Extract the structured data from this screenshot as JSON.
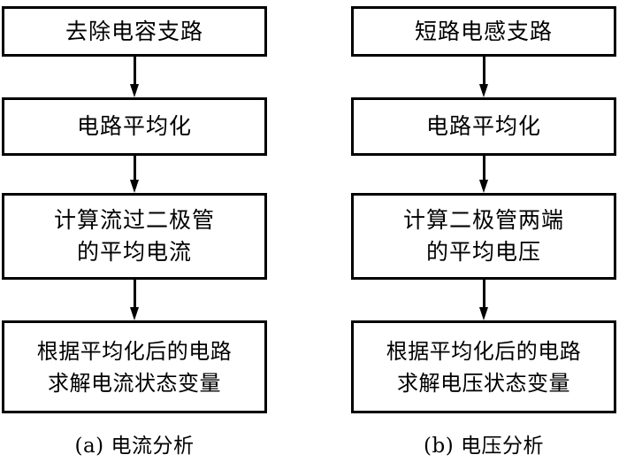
{
  "figure": {
    "type": "flowchart",
    "orientation": "vertical",
    "columns": 2,
    "background_color": "#ffffff",
    "line_color": "#000000",
    "text_color": "#000000"
  },
  "columns": [
    {
      "id": "a",
      "caption": "(a) 电流分析",
      "nodes": [
        {
          "id": "a1",
          "text": "去除电容支路"
        },
        {
          "id": "a2",
          "text": "电路平均化"
        },
        {
          "id": "a3",
          "text": "计算流过二极管\n的平均电流"
        },
        {
          "id": "a4",
          "text": "根据平均化后的电路\n求解电流状态变量"
        }
      ],
      "connectors": [
        {
          "from": "a1",
          "to": "a2",
          "kind": "arrow-down"
        },
        {
          "from": "a2",
          "to": "a3",
          "kind": "arrow-down"
        },
        {
          "from": "a3",
          "to": "a4",
          "kind": "arrow-down"
        }
      ]
    },
    {
      "id": "b",
      "caption": "(b) 电压分析",
      "nodes": [
        {
          "id": "b1",
          "text": "短路电感支路"
        },
        {
          "id": "b2",
          "text": "电路平均化"
        },
        {
          "id": "b3",
          "text": "计算二极管两端\n的平均电压"
        },
        {
          "id": "b4",
          "text": "根据平均化后的电路\n求解电压状态变量"
        }
      ],
      "connectors": [
        {
          "from": "b1",
          "to": "b2",
          "kind": "arrow-down"
        },
        {
          "from": "b2",
          "to": "b3",
          "kind": "arrow-down"
        },
        {
          "from": "b3",
          "to": "b4",
          "kind": "arrow-down"
        }
      ]
    }
  ]
}
